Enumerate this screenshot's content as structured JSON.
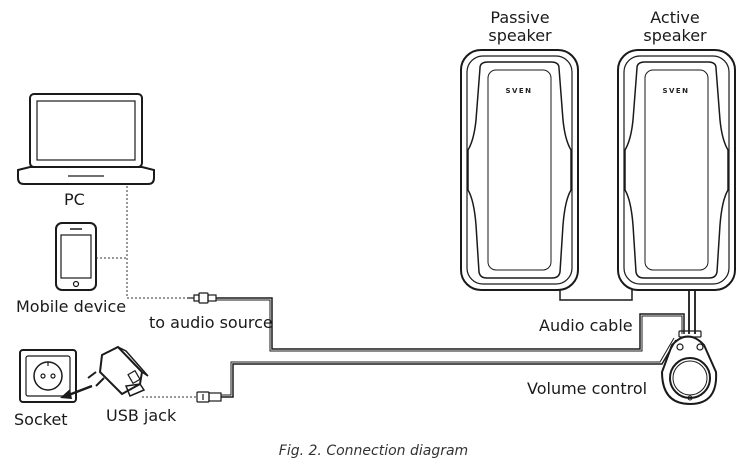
{
  "labels": {
    "passive_speaker_line1": "Passive",
    "passive_speaker_line2": "speaker",
    "active_speaker_line1": "Active",
    "active_speaker_line2": "speaker",
    "pc": "PC",
    "mobile_device": "Mobile device",
    "to_audio_source": "to audio source",
    "audio_cable": "Audio cable",
    "volume_control": "Volume control",
    "socket": "Socket",
    "usb_jack": "USB jack"
  },
  "brand": "SVEN",
  "caption": "Fig. 2. Connection diagram",
  "colors": {
    "line": "#1a1a1a",
    "background": "#ffffff"
  }
}
